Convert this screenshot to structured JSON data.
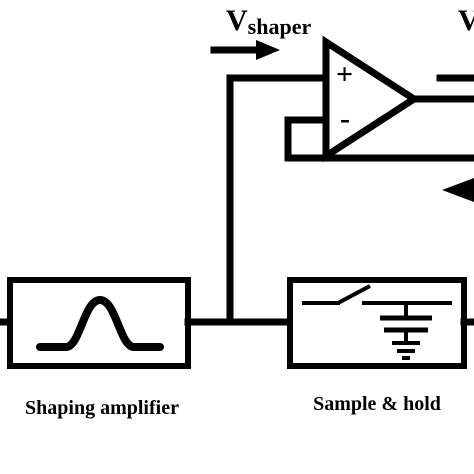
{
  "signals": {
    "v_shaper_main": "V",
    "v_shaper_sub": "shaper",
    "v_right_partial": "V"
  },
  "comparator": {
    "plus": "+",
    "minus": "-"
  },
  "blocks": {
    "shaping_amplifier": "Shaping amplifier",
    "sample_hold": "Sample & hold"
  }
}
